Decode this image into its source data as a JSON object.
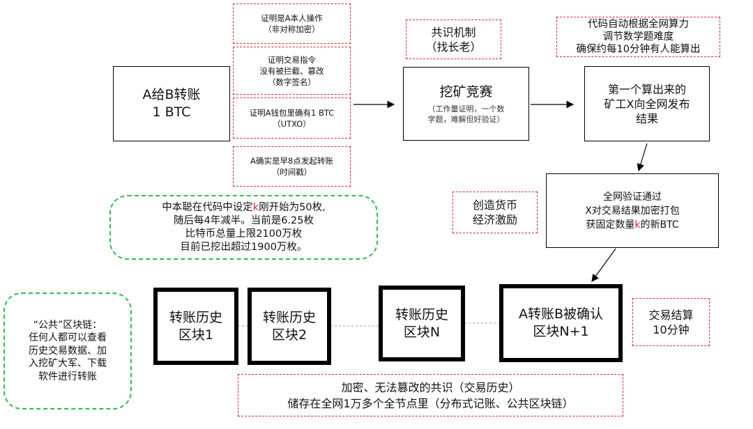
{
  "transfer": {
    "line1": "A给B转账",
    "line2": "1 BTC"
  },
  "proofs": [
    "证明是A本人操作\n（非对称加密）",
    "证明交易指令\n没有被拦截、篡改\n（数字签名）",
    "证明A钱包里确有1 BTC\n（UTXO）",
    "A确实是早8点发起转账\n（时间戳）"
  ],
  "consensus": "共识机制\n（找长老）",
  "mining": {
    "title": "挖矿竞赛",
    "desc": "（工作量证明，一个数\n学题，难解但好验证）"
  },
  "difficulty_note": "代码自动根据全网算力\n调节数学题难度\n确保约每10分钟有人能算出",
  "first_miner": "第一个算出来的\n矿工X向全网发布\n结果",
  "validation": {
    "line1": "全网验证通过",
    "line2": "X对交易结果加密打包",
    "line3_pre": "获固定数量",
    "line3_k": "k",
    "line3_post": "的新BTC"
  },
  "incentive": "创造货币\n经济激励",
  "satoshi_note": {
    "line1_pre": "中本聪在代码中设定",
    "line1_k": "k",
    "line1_post": "刚开始为50枚,",
    "rest": "随后每4年减半。当前是6.25枚\n比特币总量上限2100万枚\n目前已挖出超过1900万枚。"
  },
  "public_chain_note": "“公共”区块链：\n任何人都可以查看\n历史交易数据、加\n入挖矿大军、下载\n软件进行转账",
  "blocks": [
    "转账历史\n区块1",
    "转账历史\n区块2",
    "转账历史\n区块N",
    "A转账B被确认\n区块N+1"
  ],
  "settlement": "交易结算\n10分钟",
  "ledger_note": "加密、无法篡改的共识（交易历史）\n储存在全网1万多个全节点里（分布式记账、公共区块链）",
  "colors": {
    "dash_red": "#e0262f",
    "dash_green": "#2dbd4e",
    "k_highlight": "#e0262f"
  }
}
